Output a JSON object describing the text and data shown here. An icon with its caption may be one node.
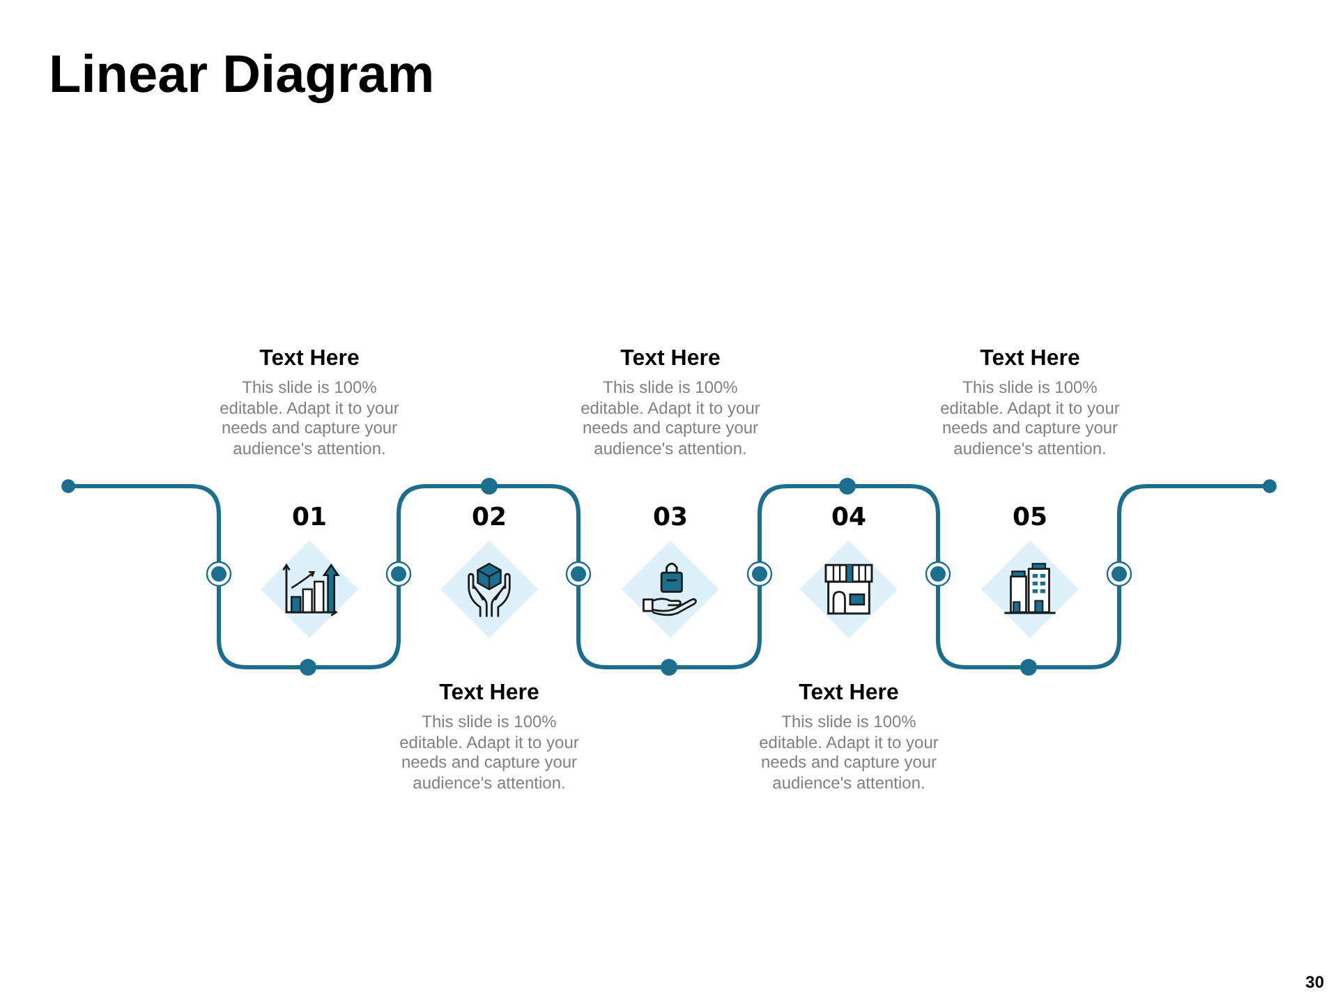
{
  "diagram": {
    "title": "Linear Diagram",
    "nodes": [
      {
        "text": [
          "01"
        ],
        "beside": [
          "Text Here",
          "This slide is 100% editable. Adapt it to your needs and capture your audience's attention."
        ]
      },
      {
        "text": [
          "02"
        ],
        "beside": [
          "Text Here",
          "This slide is 100% editable. Adapt it to your needs and capture your audience's attention."
        ]
      },
      {
        "text": [
          "03"
        ],
        "beside": [
          "Text Here",
          "This slide is 100% editable. Adapt it to your needs and capture your audience's attention."
        ]
      },
      {
        "text": [
          "04"
        ],
        "beside": [
          "Text Here",
          "This slide is 100% editable. Adapt it to your needs and capture your audience's attention."
        ]
      },
      {
        "text": [
          "05"
        ],
        "beside": [
          "Text Here",
          "This slide is 100% editable. Adapt it to your needs and capture your audience's attention."
        ]
      }
    ],
    "labels": [
      "30"
    ]
  }
}
